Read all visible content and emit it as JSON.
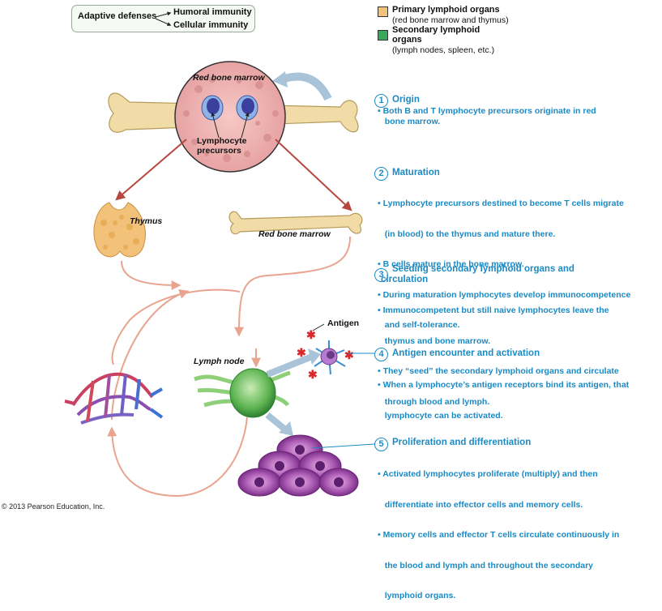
{
  "defenses": {
    "label": "Adaptive defenses",
    "items": [
      "Humoral immunity",
      "Cellular immunity"
    ]
  },
  "legend": {
    "primary_title": "Primary lymphoid organs",
    "primary_sub": "(red bone marrow and thymus)",
    "secondary_title_1": "Secondary lymphoid",
    "secondary_title_2": "organs",
    "secondary_sub": "(lymph nodes, spleen, etc.)",
    "primary_color": "#f2c17a",
    "secondary_color": "#3aa85a"
  },
  "diagram": {
    "red_bone_marrow_top": "Red bone marrow",
    "lymphocyte_precursors_1": "Lymphocyte",
    "lymphocyte_precursors_2": "precursors",
    "thymus": "Thymus",
    "red_bone_marrow_right": "Red bone marrow",
    "antigen": "Antigen",
    "lymph_node": "Lymph node"
  },
  "steps": [
    {
      "num": "1",
      "title": "Origin",
      "bullets": [
        "• Both B and T lymphocyte precursors originate in red",
        "   bone marrow."
      ]
    },
    {
      "num": "2",
      "title": "Maturation",
      "bullets": [
        "• Lymphocyte precursors destined to become T cells migrate",
        "   (in blood) to the thymus and mature there.",
        "• B cells mature in the bone marrow.",
        "• During maturation lymphocytes develop immunocompetence",
        "   and self-tolerance."
      ]
    },
    {
      "num": "3",
      "title_1": "Seeding secondary lymphoid organs and",
      "title_2": "circulation",
      "bullets": [
        "• Immunocompetent but still naive lymphocytes leave the",
        "   thymus and bone marrow.",
        "• They “seed” the secondary lymphoid organs and circulate",
        "   through blood and lymph."
      ]
    },
    {
      "num": "4",
      "title": "Antigen encounter and activation",
      "bullets": [
        "• When a lymphocyte’s antigen receptors bind its antigen, that",
        "   lymphocyte can be activated."
      ]
    },
    {
      "num": "5",
      "title": "Proliferation and differentiation",
      "bullets": [
        "• Activated lymphocytes proliferate (multiply) and then",
        "   differentiate into effector cells and memory cells.",
        "• Memory cells and effector T cells circulate continuously in",
        "   the blood and lymph and throughout the secondary",
        "   lymphoid organs."
      ]
    }
  ],
  "footer": "© 2013 Pearson Education, Inc."
}
